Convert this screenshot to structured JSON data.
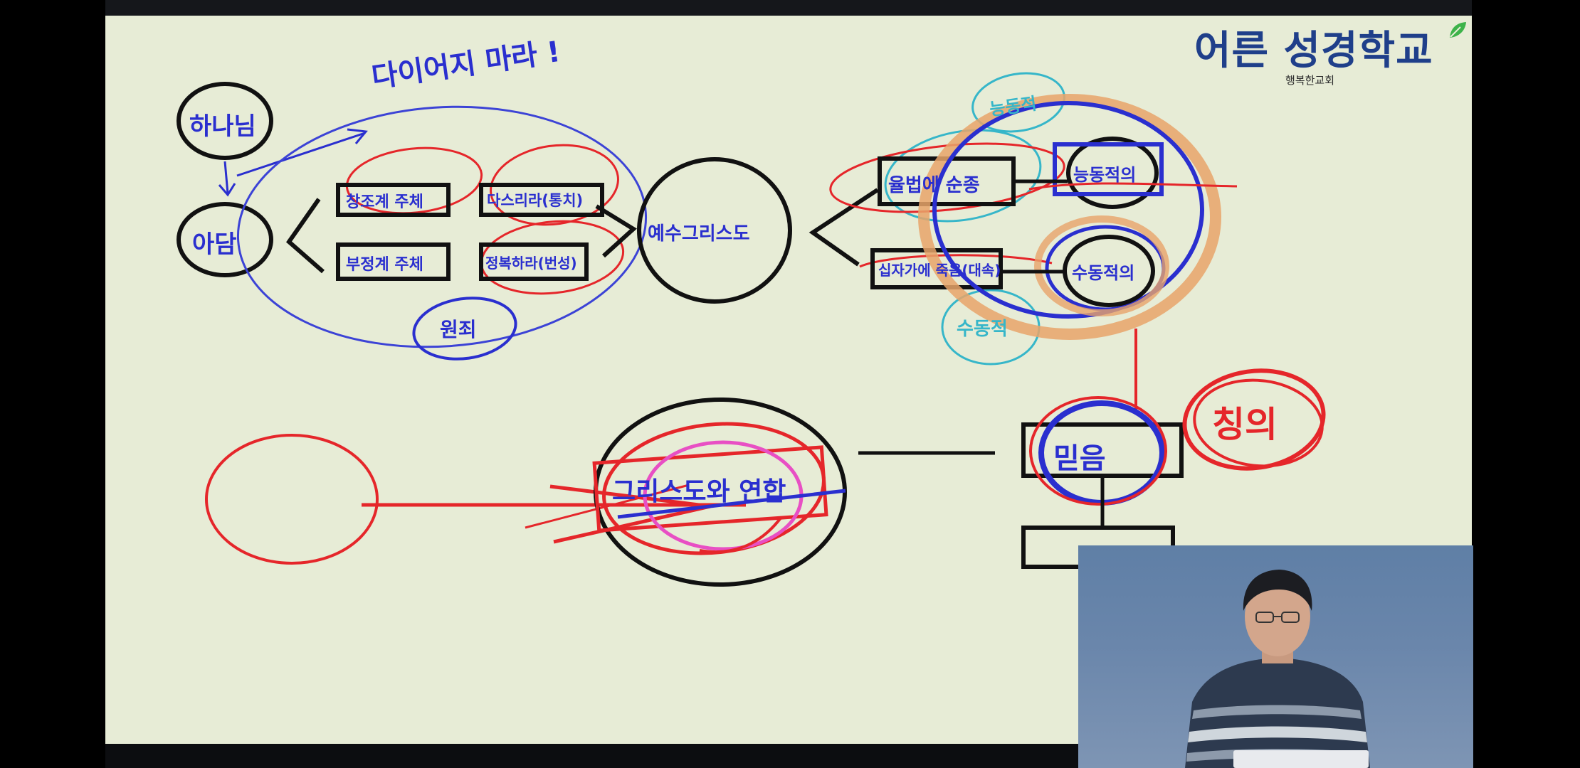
{
  "window": {
    "accent_black": "#111111",
    "accent_red": "#e5262a",
    "accent_blue": "#2a2fcf",
    "accent_cyan": "#36b6c9",
    "accent_orange": "#e8a46a",
    "board_bg": "#e7ecd6"
  },
  "logo": {
    "title": "어른 성경학교",
    "subtitle": "행복한교회",
    "icon": "leaf-icon",
    "color": "#1f3f8a"
  },
  "board": {
    "hananim": "하나님",
    "adam": "아담",
    "top_note": "다이어지 마라 !",
    "box_1": "창조계 주체",
    "box_2": "다스리라(통치)",
    "box_3": "부정계 주체",
    "box_4": "정복하라(번성)",
    "original_sin": "원죄",
    "jesus": "예수그리스도",
    "law_obey": "율법에 순종",
    "cross_death": "십자가에 죽음(대속)",
    "passive": "수동적",
    "active": "능동적",
    "active_righteousness": "능동적의",
    "passive_righteousness": "수동적의",
    "union_with_christ": "그리스도와 연합",
    "faith": "믿음",
    "justification": "칭의"
  },
  "video": {
    "presenter": "lecturer-webcam",
    "laptop": "laptop-icon"
  }
}
